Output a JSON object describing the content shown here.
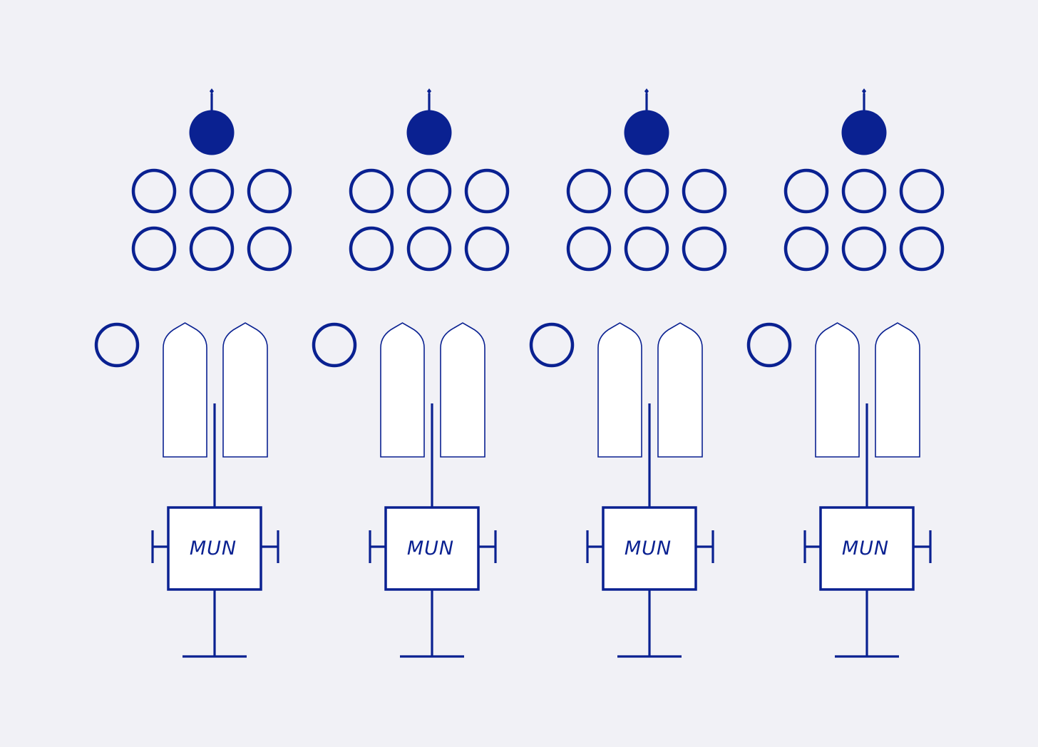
{
  "units": [
    {
      "box_label": "MUN"
    },
    {
      "box_label": "MUN"
    },
    {
      "box_label": "MUN"
    },
    {
      "box_label": "MUN"
    }
  ],
  "colors": {
    "ink": "#0a2191",
    "paper": "#f1f1f6",
    "fill": "#ffffff"
  },
  "icons": {
    "top_marker": "filled-circle-with-stem-icon",
    "ring": "open-circle-icon",
    "paddle": "pointed-paddle-icon",
    "box": "labeled-box-icon",
    "ground": "ground-bar-icon"
  }
}
